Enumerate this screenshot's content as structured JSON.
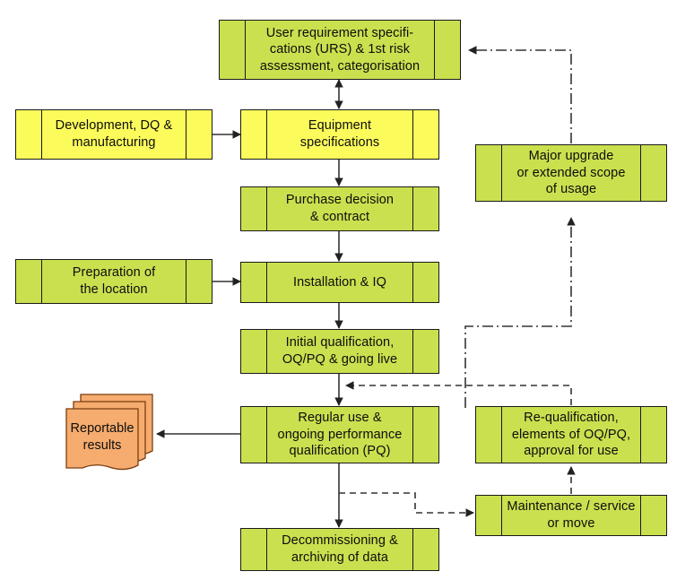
{
  "diagram": {
    "title": "Equipment lifecycle qualification flowchart",
    "colors": {
      "green": "#cbe04f",
      "yellow": "#fbfb5c",
      "document_fill": "#f5ac6e",
      "stroke": "#1a1a1a",
      "connector": "#333333"
    },
    "nodes": [
      {
        "id": "urs",
        "label": "User requirement specifi-\ncations (URS) & 1st risk\nassessment, categorisation",
        "fill": "green",
        "shape": "process-with-side-bars"
      },
      {
        "id": "development",
        "label": "Development, DQ &\nmanufacturing",
        "fill": "yellow",
        "shape": "process-with-side-bars"
      },
      {
        "id": "equipment-specifications",
        "label": "Equipment\nspecifications",
        "fill": "yellow",
        "shape": "process-with-side-bars"
      },
      {
        "id": "purchase-decision",
        "label": "Purchase decision\n& contract",
        "fill": "green",
        "shape": "process-with-side-bars"
      },
      {
        "id": "preparation-location",
        "label": "Preparation of\nthe location",
        "fill": "green",
        "shape": "process-with-side-bars"
      },
      {
        "id": "installation-iq",
        "label": "Installation & IQ",
        "fill": "green",
        "shape": "process-with-side-bars"
      },
      {
        "id": "initial-qualification",
        "label": "Initial qualification,\nOQ/PQ & going live",
        "fill": "green",
        "shape": "process-with-side-bars"
      },
      {
        "id": "regular-use",
        "label": "Regular use &\nongoing performance\nqualification (PQ)",
        "fill": "green",
        "shape": "process-with-side-bars"
      },
      {
        "id": "decommissioning",
        "label": "Decommissioning &\narchiving of data",
        "fill": "green",
        "shape": "process-with-side-bars"
      },
      {
        "id": "major-upgrade",
        "label": "Major upgrade\nor extended scope\nof usage",
        "fill": "green",
        "shape": "process-with-side-bars"
      },
      {
        "id": "re-qualification",
        "label": "Re-qualification,\nelements of OQ/PQ,\napproval for use",
        "fill": "green",
        "shape": "process-with-side-bars"
      },
      {
        "id": "maintenance",
        "label": "Maintenance / service\nor move",
        "fill": "green",
        "shape": "process-with-side-bars"
      },
      {
        "id": "reportable-results",
        "label": "Reportable\nresults",
        "fill": "document_fill",
        "shape": "multi-document"
      }
    ],
    "connectors": [
      {
        "id": "urs-equipment",
        "from": "urs",
        "to": "equipment-specifications",
        "style": "solid",
        "arrows": "both"
      },
      {
        "id": "development-equipment",
        "from": "development",
        "to": "equipment-specifications",
        "style": "solid",
        "arrows": "end"
      },
      {
        "id": "equipment-purchase",
        "from": "equipment-specifications",
        "to": "purchase-decision",
        "style": "solid",
        "arrows": "end"
      },
      {
        "id": "purchase-installation",
        "from": "purchase-decision",
        "to": "installation-iq",
        "style": "solid",
        "arrows": "end"
      },
      {
        "id": "preparation-installation",
        "from": "preparation-location",
        "to": "installation-iq",
        "style": "solid",
        "arrows": "end"
      },
      {
        "id": "installation-initial",
        "from": "installation-iq",
        "to": "initial-qualification",
        "style": "solid",
        "arrows": "end"
      },
      {
        "id": "initial-regular",
        "from": "initial-qualification",
        "to": "regular-use",
        "style": "solid",
        "arrows": "end"
      },
      {
        "id": "regular-results",
        "from": "regular-use",
        "to": "reportable-results",
        "style": "solid",
        "arrows": "end"
      },
      {
        "id": "regular-decommissioning",
        "from": "regular-use",
        "to": "decommissioning",
        "style": "solid",
        "arrows": "end"
      },
      {
        "id": "requalification-regular",
        "from": "re-qualification",
        "to": "regular-use",
        "style": "dashed",
        "arrows": "end"
      },
      {
        "id": "regular-maintenance",
        "from": "regular-use",
        "to": "maintenance",
        "style": "dashed",
        "arrows": "end"
      },
      {
        "id": "maintenance-requalification",
        "from": "maintenance",
        "to": "re-qualification",
        "style": "dashed",
        "arrows": "end"
      },
      {
        "id": "regular-major-upgrade",
        "from": "regular-use",
        "to": "major-upgrade",
        "style": "dash-dot",
        "arrows": "end"
      },
      {
        "id": "major-upgrade-urs",
        "from": "major-upgrade",
        "to": "urs",
        "style": "dash-dot",
        "arrows": "end"
      }
    ]
  }
}
